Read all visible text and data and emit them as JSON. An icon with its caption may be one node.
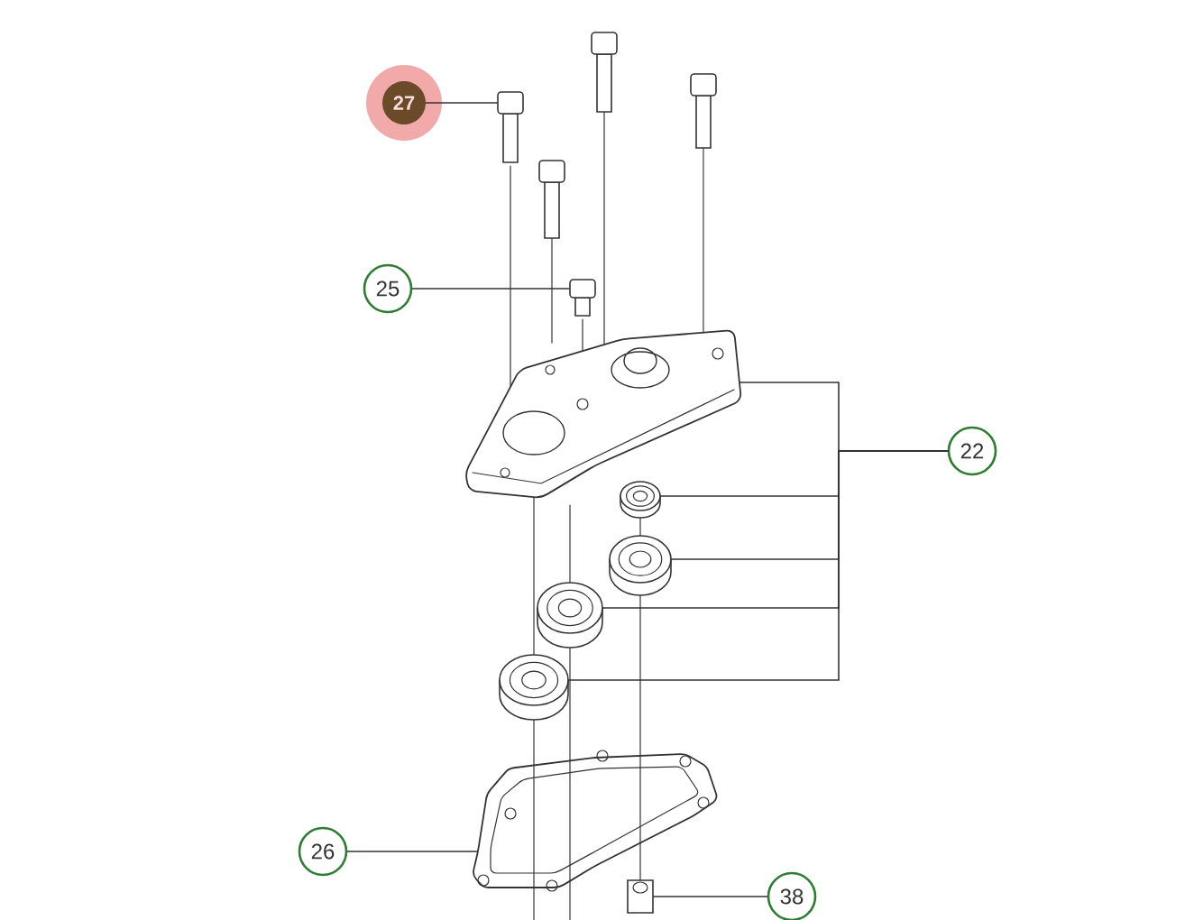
{
  "diagram": {
    "nodes": [
      {
        "text": [
          "27"
        ]
      },
      {
        "text": [],
        "shape": "picture"
      },
      {
        "text": [
          "25"
        ]
      },
      {
        "text": [],
        "shape": "picture"
      },
      {
        "text": [
          "22"
        ]
      },
      {
        "text": [],
        "shape": "picture"
      },
      {
        "text": [],
        "shape": "picture"
      },
      {
        "text": [],
        "shape": "picture"
      },
      {
        "text": [],
        "shape": "picture"
      },
      {
        "text": [],
        "shape": "picture"
      },
      {
        "text": [
          "26"
        ]
      },
      {
        "text": [],
        "shape": "picture"
      },
      {
        "text": [
          "38"
        ]
      },
      {
        "text": [],
        "shape": "picture"
      }
    ],
    "edges": [
      {
        "from": 0,
        "to": 1,
        "arrow": "none"
      },
      {
        "from": 2,
        "to": 3,
        "arrow": "none"
      },
      {
        "from": 4,
        "to": 5,
        "arrow": "none"
      },
      {
        "from": 4,
        "to": 6,
        "arrow": "none"
      },
      {
        "from": 4,
        "to": 7,
        "arrow": "none"
      },
      {
        "from": 4,
        "to": 8,
        "arrow": "none"
      },
      {
        "from": 4,
        "to": 9,
        "arrow": "none"
      },
      {
        "from": 10,
        "to": 11,
        "arrow": "none"
      },
      {
        "from": 12,
        "to": 13,
        "arrow": "none"
      }
    ]
  }
}
